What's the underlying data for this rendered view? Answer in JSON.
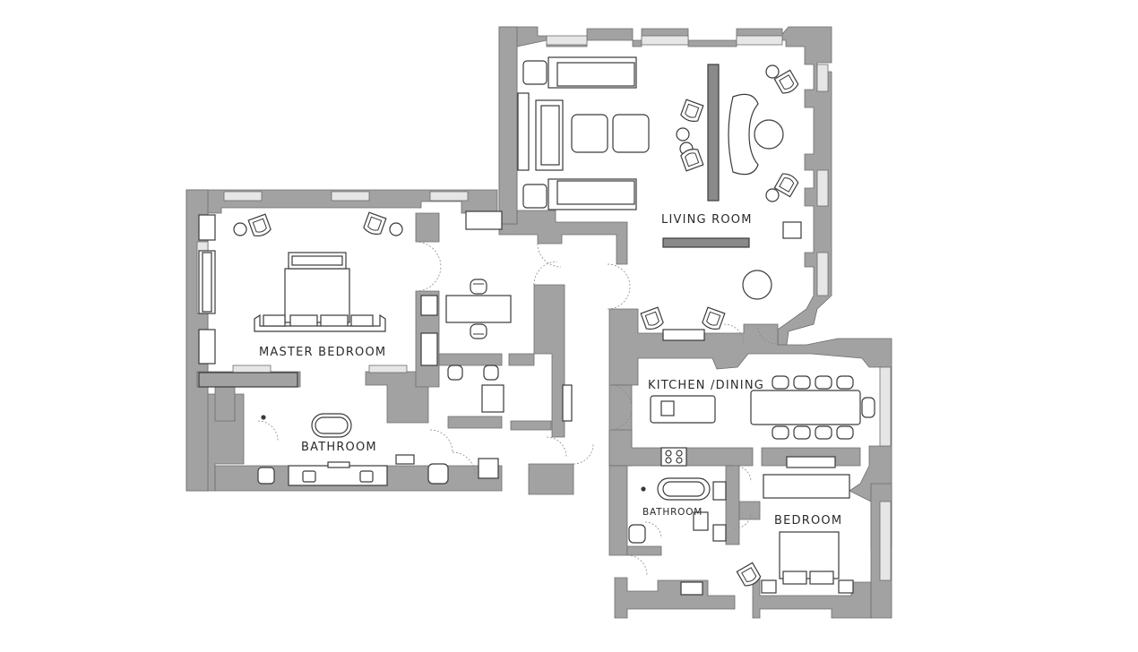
{
  "colors": {
    "wall": "#a2a2a2",
    "wall_stroke": "#6d6d6d",
    "floor": "#ffffff",
    "furniture_stroke": "#3a3a3a",
    "door_swing": "#8a8a8a",
    "window": "#e6e6e6",
    "label": "#2b2b2b"
  },
  "rooms": {
    "living_room": "LIVING ROOM",
    "master_bedroom": "MASTER BEDROOM",
    "master_bathroom": "BATHROOM",
    "kitchen_dining": "KITCHEN /DINING",
    "bathroom": "BATHROOM",
    "bedroom": "BEDROOM"
  }
}
